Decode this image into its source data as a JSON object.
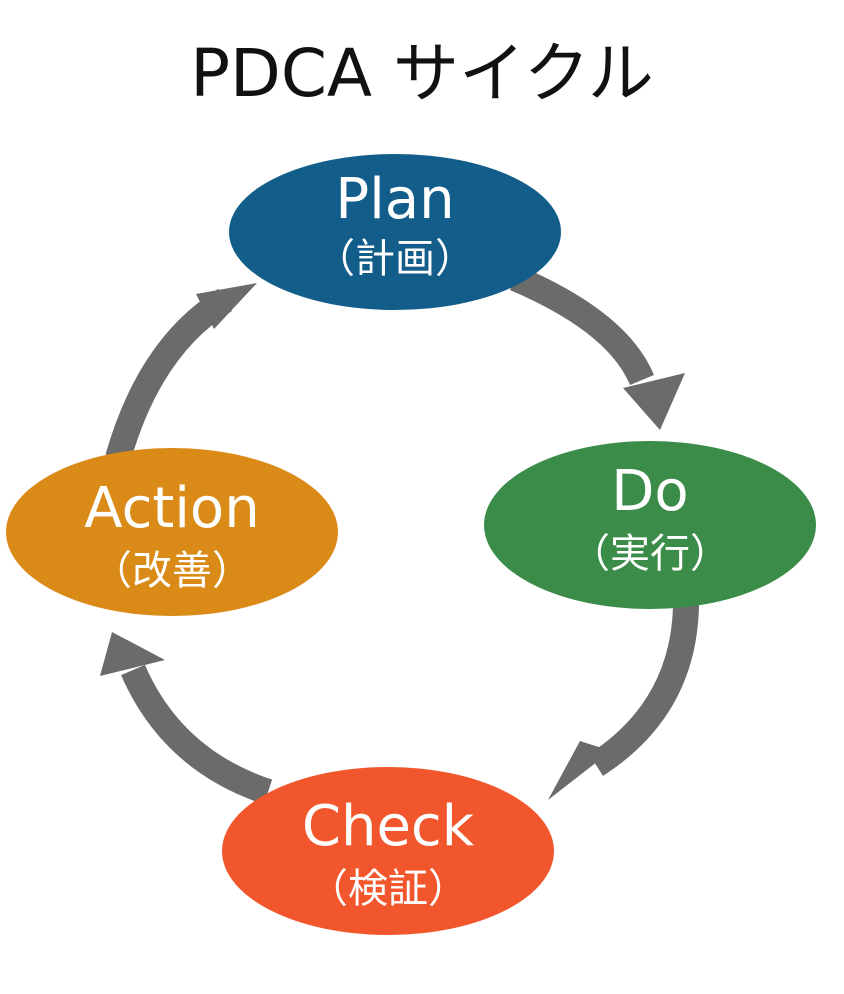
{
  "title": "PDCA サイクル",
  "colors": {
    "background": "#ffffff",
    "title": "#111111",
    "arrow": "#6b6b6b",
    "node_text": "#ffffff",
    "plan": "#125d8a",
    "do": "#3b8c48",
    "check": "#f2562c",
    "action": "#da8a16"
  },
  "nodes": {
    "plan": {
      "label": "Plan",
      "sub": "（計画）"
    },
    "do": {
      "label": "Do",
      "sub": "（実行）"
    },
    "check": {
      "label": "Check",
      "sub": "（検証）"
    },
    "action": {
      "label": "Action",
      "sub": "（改善）"
    }
  },
  "edges": [
    {
      "from": "plan",
      "to": "do"
    },
    {
      "from": "do",
      "to": "check"
    },
    {
      "from": "check",
      "to": "action"
    },
    {
      "from": "action",
      "to": "plan"
    }
  ]
}
